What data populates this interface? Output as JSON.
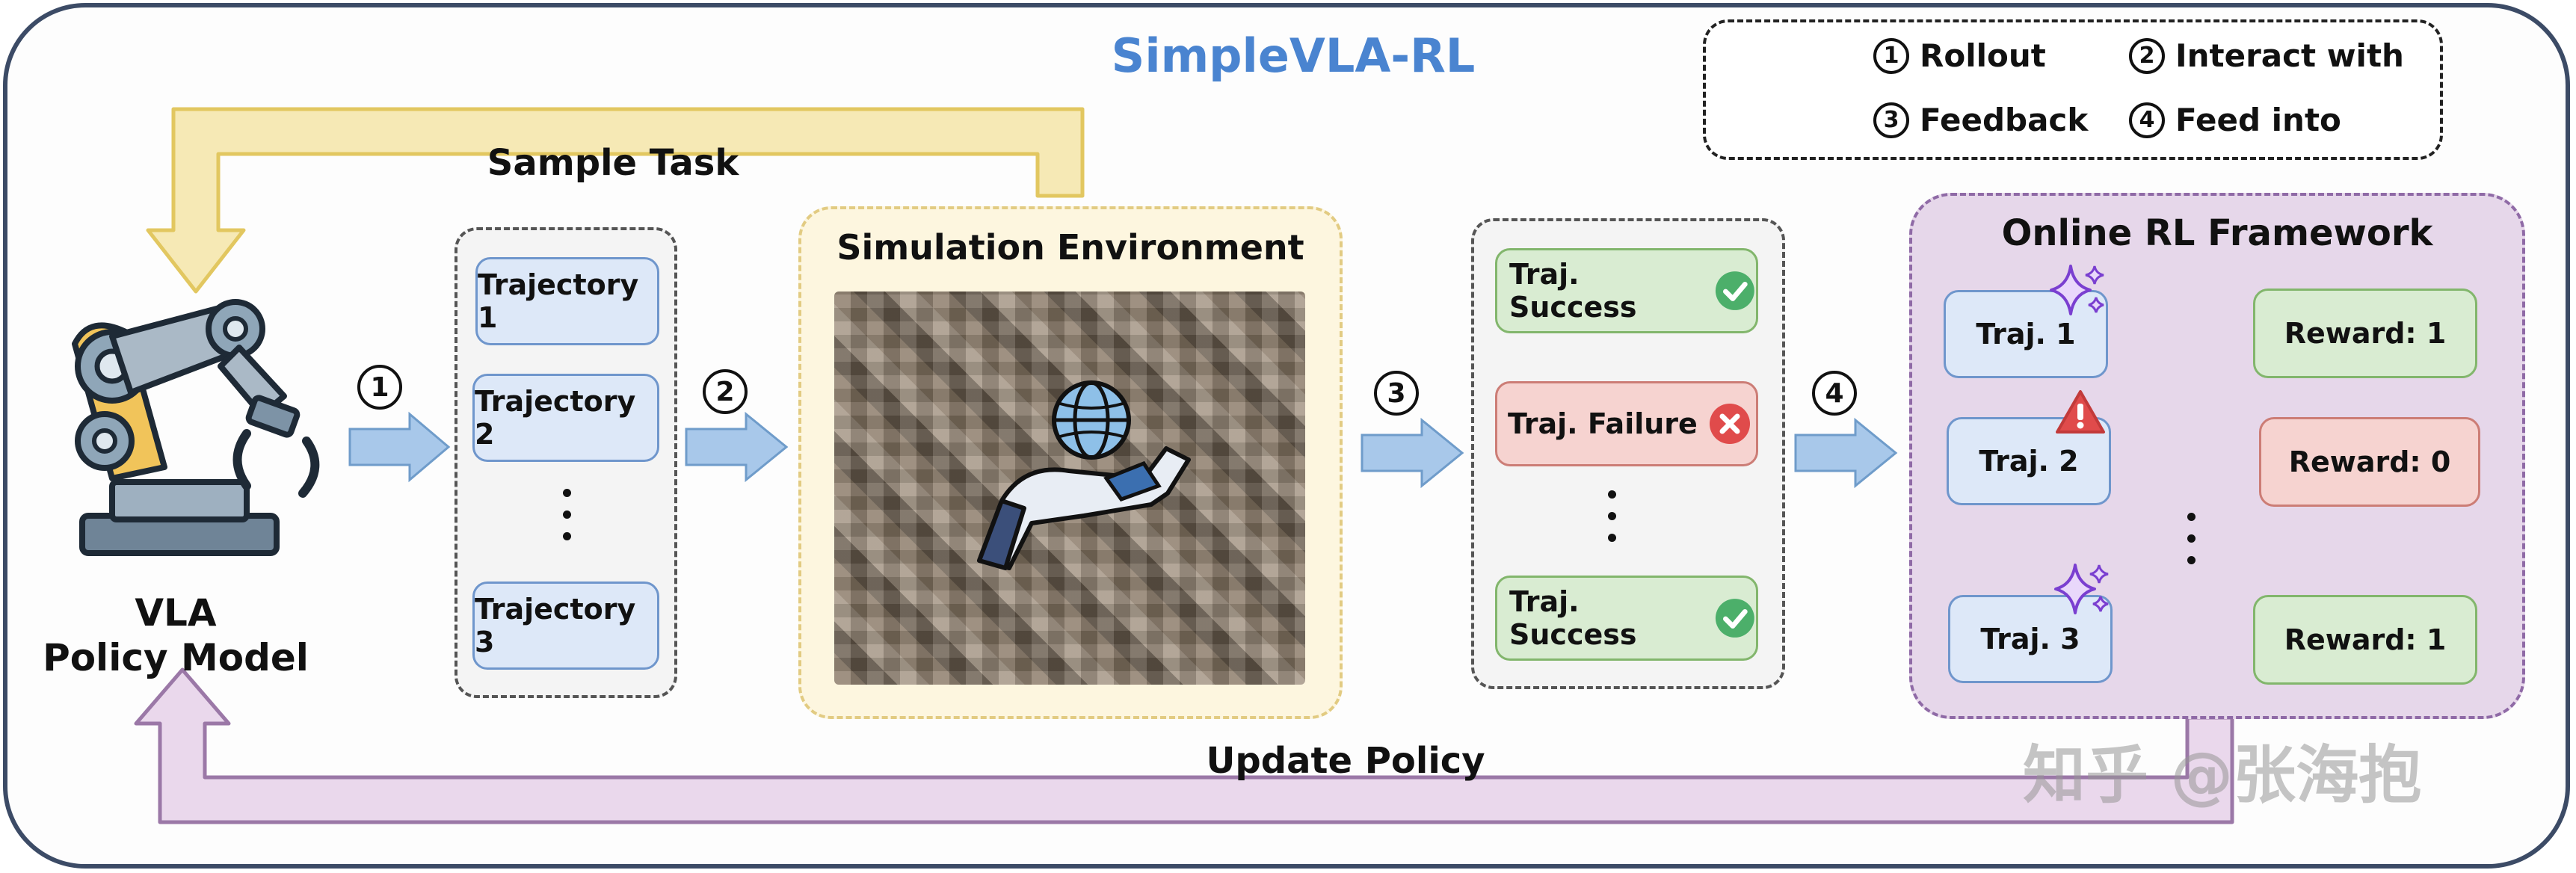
{
  "title": "SimpleVLA-RL",
  "legend": {
    "items": [
      {
        "num": "1",
        "label": "Rollout"
      },
      {
        "num": "2",
        "label": "Interact with"
      },
      {
        "num": "3",
        "label": "Feedback"
      },
      {
        "num": "4",
        "label": "Feed into"
      }
    ]
  },
  "sample_task": "Sample Task",
  "update_policy": "Update Policy",
  "policy": {
    "line1": "VLA",
    "line2": "Policy Model"
  },
  "steps": [
    "1",
    "2",
    "3",
    "4"
  ],
  "trajectories": [
    "Trajectory 1",
    "Trajectory 2",
    "Trajectory 3"
  ],
  "simulation": {
    "title": "Simulation Environment"
  },
  "feedback": [
    "Traj. Success",
    "Traj. Failure",
    "Traj. Success"
  ],
  "rl": {
    "title": "Online RL Framework",
    "trajs": [
      "Traj. 1",
      "Traj. 2",
      "Traj. 3"
    ],
    "rewards": [
      "Reward: 1",
      "Reward: 0",
      "Reward: 1"
    ]
  },
  "watermark": "知乎 @张海抱",
  "colors": {
    "accent_blue": "#4a84d0",
    "sample_task_arrow": "#f2e3a6",
    "update_policy_arrow": "#e3cde4",
    "success_green": "#4caf6a",
    "failure_red": "#e04b4b"
  }
}
